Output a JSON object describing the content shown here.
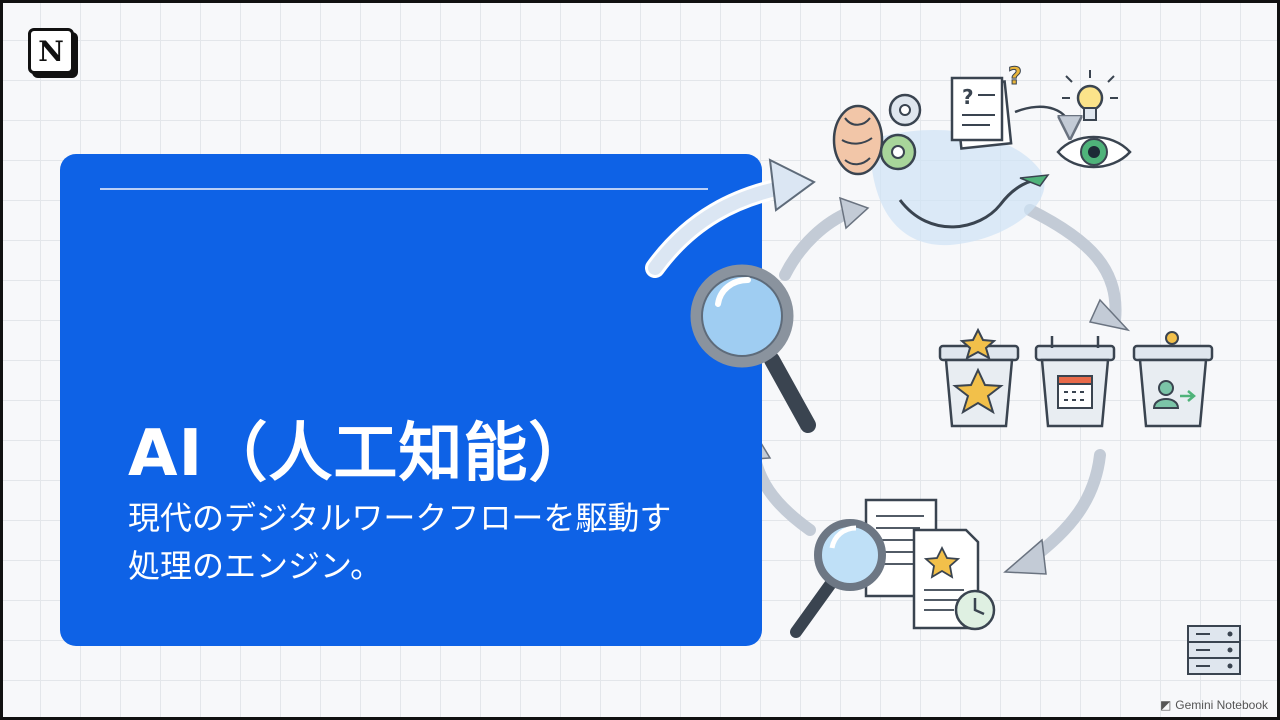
{
  "slide": {
    "logo_letter": "N",
    "title": "AI（人工知能）",
    "subtitle_lines": [
      "現代のデジタルワークフローを駆動す",
      "処理のエンジン。"
    ]
  },
  "icons": [
    "notion-logo-icon",
    "brain-icon",
    "gear-icon",
    "document-question-icon",
    "lightbulb-icon",
    "eye-icon",
    "magnifying-glass-icon",
    "bin-star-icon",
    "bin-calendar-icon",
    "bin-user-icon",
    "scroll-document-icon",
    "clock-icon",
    "server-icon"
  ],
  "colors": {
    "card": "#0e62e6",
    "accent_blue": "#2a7de1",
    "grid": "#e3e6ea"
  },
  "watermark": {
    "text": "Gemini Notebook"
  }
}
